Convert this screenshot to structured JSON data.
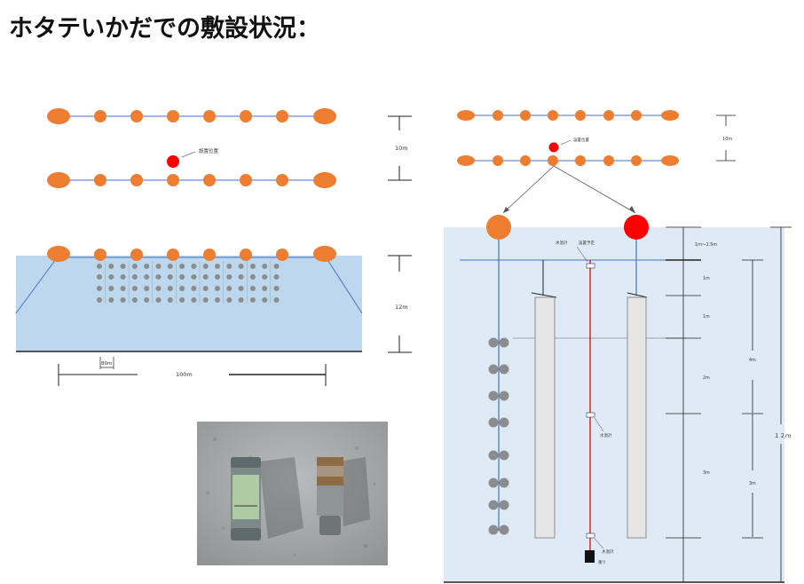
{
  "title": "ホタテいかだでの敷設状況：",
  "left_plan": {
    "spacing_label": "10m",
    "install_label": "設置位置"
  },
  "left_section": {
    "depth_label": "12m",
    "small_span_label": "80m",
    "width_label": "100m"
  },
  "right_plan": {
    "spacing_label": "10m",
    "install_label": "設置位置"
  },
  "right_section": {
    "top_labels": [
      "水温計",
      "設置予定"
    ],
    "mid_label": "水温計",
    "bottom_label": "水温計",
    "weight_label": "重り",
    "seg_labels": [
      "1ｍ～1.5m",
      "1m",
      "1m",
      "2m",
      "3m"
    ],
    "outer_labels": [
      "4m",
      "3m"
    ],
    "total_label": "１２ｍ"
  },
  "photo": {
    "alt": "collected instruments photo"
  },
  "colors": {
    "float_orange": "#ED7D31",
    "marker_red": "#FF0000",
    "water": "#BDD7EE",
    "water_light": "#DEEBF7",
    "rope_blue": "#4472C4",
    "thermo_red": "#C00000",
    "scallop_gray": "#8C8C8C"
  }
}
